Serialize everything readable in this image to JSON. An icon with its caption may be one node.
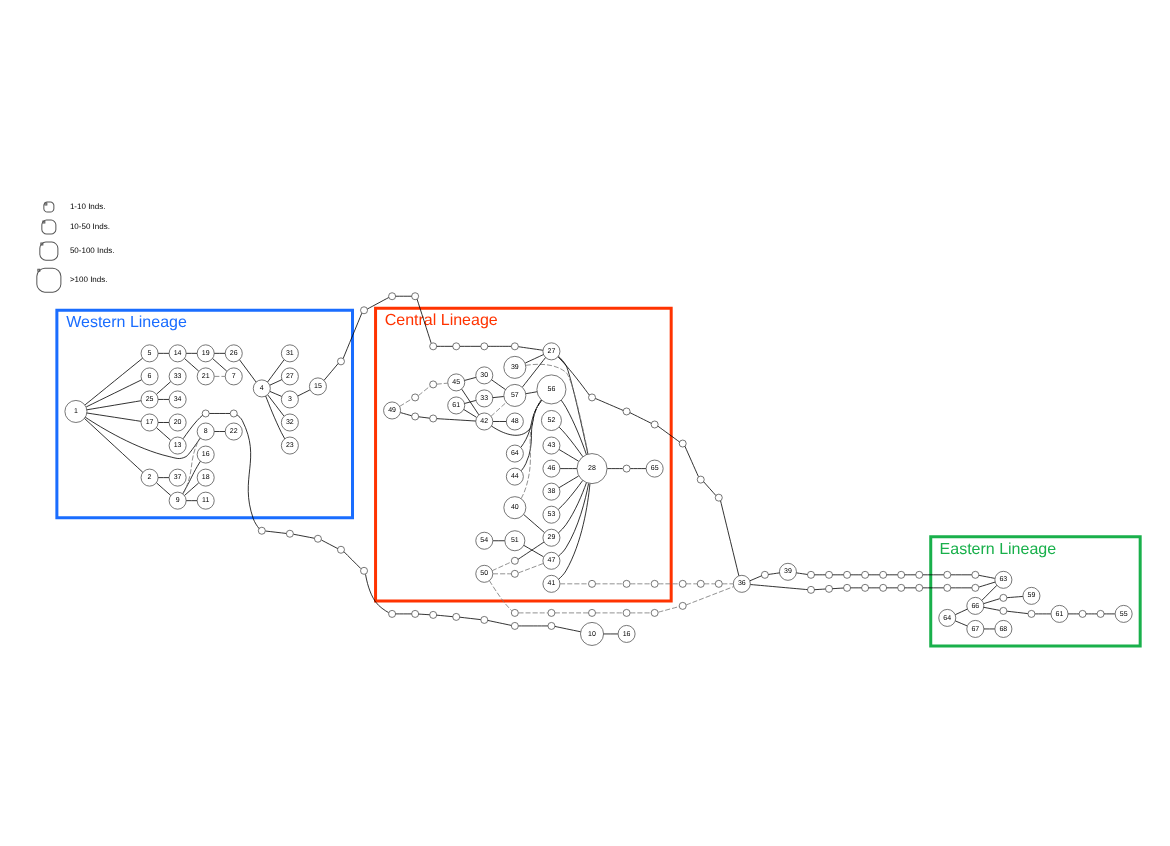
{
  "diagram": {
    "nodes": [
      {
        "text": [
          "Western Lineage"
        ]
      },
      {
        "text": [
          "Central Lineage"
        ]
      },
      {
        "text": [
          "Eastern Lineage"
        ]
      },
      {
        "text": [
          "1"
        ],
        "in": 0
      },
      {
        "text": [
          "2"
        ],
        "in": 0
      },
      {
        "text": [
          "9"
        ],
        "in": 0
      },
      {
        "text": [
          "16"
        ],
        "in": 0
      },
      {
        "text": [
          "11"
        ],
        "in": 0
      },
      {
        "text": [
          "18"
        ],
        "in": 0
      },
      {
        "text": [
          "8"
        ],
        "in": 0
      },
      {
        "text": [
          "22"
        ],
        "in": 0
      },
      {
        "text": [
          "37"
        ],
        "in": 0
      },
      {
        "text": [
          "13"
        ],
        "in": 0
      },
      {
        "text": [
          "17"
        ],
        "in": 0
      },
      {
        "text": [
          "20"
        ],
        "in": 0
      },
      {
        "text": [
          "25"
        ],
        "in": 0
      },
      {
        "text": [
          "34"
        ],
        "in": 0
      },
      {
        "text": [
          "33"
        ],
        "in": 0
      },
      {
        "text": [
          "6"
        ],
        "in": 0
      },
      {
        "text": [
          "5"
        ],
        "in": 0
      },
      {
        "text": [
          "14"
        ],
        "in": 0
      },
      {
        "text": [
          "19"
        ],
        "in": 0
      },
      {
        "text": [
          "21"
        ],
        "in": 0
      },
      {
        "text": [
          "7"
        ],
        "in": 0
      },
      {
        "text": [
          "26"
        ],
        "in": 0
      },
      {
        "text": [
          "4"
        ],
        "in": 0
      },
      {
        "text": [
          "23"
        ],
        "in": 0
      },
      {
        "text": [
          "32"
        ],
        "in": 0
      },
      {
        "text": [
          "3"
        ],
        "in": 0
      },
      {
        "text": [
          "15"
        ],
        "in": 0
      },
      {
        "text": [
          "27"
        ],
        "in": 0
      },
      {
        "text": [
          "31"
        ],
        "in": 0
      },
      {
        "text": [],
        "shape": "circle",
        "in": 0
      },
      {
        "text": [],
        "shape": "circle",
        "in": 0
      },
      {
        "text": [],
        "shape": "circle",
        "in": 0
      },
      {
        "text": [],
        "shape": "circle"
      },
      {
        "text": [],
        "shape": "circle"
      },
      {
        "text": [],
        "shape": "circle"
      },
      {
        "text": [],
        "shape": "circle"
      },
      {
        "text": [],
        "shape": "circle"
      },
      {
        "text": [],
        "shape": "circle"
      },
      {
        "text": [],
        "shape": "circle"
      },
      {
        "text": [],
        "shape": "circle"
      },
      {
        "text": [],
        "shape": "circle"
      },
      {
        "text": [],
        "shape": "circle"
      },
      {
        "text": [],
        "shape": "circle"
      },
      {
        "text": [],
        "shape": "circle"
      },
      {
        "text": [
          "10"
        ]
      },
      {
        "text": [
          "16"
        ]
      },
      {
        "text": [],
        "shape": "circle"
      },
      {
        "text": [],
        "shape": "circle"
      },
      {
        "text": [],
        "shape": "circle"
      },
      {
        "text": [],
        "shape": "circle",
        "in": 1
      },
      {
        "text": [],
        "shape": "circle",
        "in": 1
      },
      {
        "text": [],
        "shape": "circle",
        "in": 1
      },
      {
        "text": [],
        "shape": "circle",
        "in": 1
      },
      {
        "text": [
          "27"
        ],
        "in": 1
      },
      {
        "text": [
          "28"
        ],
        "in": 1
      },
      {
        "text": [
          "56"
        ],
        "in": 1
      },
      {
        "text": [
          "39"
        ],
        "in": 1
      },
      {
        "text": [
          "57"
        ],
        "in": 1
      },
      {
        "text": [
          "42"
        ],
        "in": 1
      },
      {
        "text": [
          "48"
        ],
        "in": 1
      },
      {
        "text": [
          "49"
        ],
        "in": 1
      },
      {
        "text": [
          "44"
        ],
        "in": 1
      },
      {
        "text": [
          "64"
        ],
        "in": 1
      },
      {
        "text": [
          "40"
        ],
        "in": 1
      },
      {
        "text": [
          "29"
        ],
        "in": 1
      },
      {
        "text": [
          "50"
        ],
        "in": 1
      },
      {
        "text": [
          "47"
        ],
        "in": 1
      },
      {
        "text": [
          "51"
        ],
        "in": 1
      },
      {
        "text": [
          "54"
        ],
        "in": 1
      },
      {
        "text": [
          "52"
        ],
        "in": 1
      },
      {
        "text": [
          "43"
        ],
        "in": 1
      },
      {
        "text": [
          "65"
        ],
        "in": 1
      },
      {
        "text": [
          "46"
        ],
        "in": 1
      },
      {
        "text": [
          "41"
        ],
        "in": 1
      },
      {
        "text": [
          "38"
        ],
        "in": 1
      },
      {
        "text": [
          "53"
        ],
        "in": 1
      },
      {
        "text": [
          "61"
        ],
        "in": 1
      },
      {
        "text": [
          "33"
        ],
        "in": 1
      },
      {
        "text": [
          "30"
        ],
        "in": 1
      },
      {
        "text": [
          "45"
        ],
        "in": 1
      },
      {
        "text": [],
        "shape": "circle",
        "in": 1
      },
      {
        "text": [],
        "shape": "circle",
        "in": 1
      },
      {
        "text": [],
        "shape": "circle",
        "in": 1
      },
      {
        "text": [],
        "shape": "circle",
        "in": 1
      },
      {
        "text": [],
        "shape": "circle",
        "in": 1
      },
      {
        "text": [],
        "shape": "circle",
        "in": 1
      },
      {
        "text": [],
        "shape": "circle",
        "in": 1
      },
      {
        "text": [],
        "shape": "circle",
        "in": 1
      },
      {
        "text": [],
        "shape": "circle",
        "in": 1
      },
      {
        "text": [],
        "shape": "circle",
        "in": 1
      },
      {
        "text": [],
        "shape": "circle",
        "in": 1
      },
      {
        "text": [],
        "shape": "circle",
        "in": 1
      },
      {
        "text": [],
        "shape": "circle",
        "in": 1
      },
      {
        "text": [],
        "shape": "circle"
      },
      {
        "text": [],
        "shape": "circle"
      },
      {
        "text": [],
        "shape": "circle"
      },
      {
        "text": [],
        "shape": "circle"
      },
      {
        "text": [],
        "shape": "circle"
      },
      {
        "text": [],
        "shape": "circle"
      },
      {
        "text": [],
        "shape": "circle"
      },
      {
        "text": [],
        "shape": "circle"
      },
      {
        "text": [],
        "shape": "circle"
      },
      {
        "text": [],
        "shape": "circle"
      },
      {
        "text": [],
        "shape": "circle"
      },
      {
        "text": [],
        "shape": "circle"
      },
      {
        "text": [
          "36"
        ]
      },
      {
        "text": [],
        "shape": "circle"
      },
      {
        "text": [
          "39"
        ]
      },
      {
        "text": [],
        "shape": "circle"
      },
      {
        "text": [],
        "shape": "circle"
      },
      {
        "text": [],
        "shape": "circle"
      },
      {
        "text": [],
        "shape": "circle"
      },
      {
        "text": [],
        "shape": "circle"
      },
      {
        "text": [],
        "shape": "circle"
      },
      {
        "text": [],
        "shape": "circle"
      },
      {
        "text": [],
        "shape": "circle",
        "in": 2
      },
      {
        "text": [],
        "shape": "circle",
        "in": 2
      },
      {
        "text": [],
        "shape": "circle"
      },
      {
        "text": [],
        "shape": "circle"
      },
      {
        "text": [],
        "shape": "circle"
      },
      {
        "text": [],
        "shape": "circle"
      },
      {
        "text": [],
        "shape": "circle"
      },
      {
        "text": [],
        "shape": "circle"
      },
      {
        "text": [],
        "shape": "circle"
      },
      {
        "text": [],
        "shape": "circle",
        "in": 2
      },
      {
        "text": [],
        "shape": "circle",
        "in": 2
      },
      {
        "text": [
          "64"
        ],
        "in": 2
      },
      {
        "text": [
          "67"
        ],
        "in": 2
      },
      {
        "text": [
          "68"
        ],
        "in": 2
      },
      {
        "text": [
          "66"
        ],
        "in": 2
      },
      {
        "text": [
          "63"
        ],
        "in": 2
      },
      {
        "text": [
          "59"
        ],
        "in": 2
      },
      {
        "text": [
          "61"
        ],
        "in": 2
      },
      {
        "text": [
          "55"
        ],
        "in": 2
      },
      {
        "text": [],
        "shape": "circle",
        "in": 2
      },
      {
        "text": [],
        "shape": "circle",
        "in": 2
      },
      {
        "text": [],
        "shape": "circle",
        "in": 2
      },
      {
        "text": [],
        "shape": "circle",
        "in": 2
      },
      {
        "text": [],
        "shape": "circle",
        "in": 2
      }
    ],
    "edges": [
      {
        "from": 3,
        "to": 4,
        "arrow": "none"
      },
      {
        "from": 4,
        "to": 5,
        "arrow": "none"
      },
      {
        "from": 5,
        "to": 6,
        "arrow": "none"
      },
      {
        "from": 5,
        "to": 7,
        "arrow": "none"
      },
      {
        "from": 5,
        "to": 8,
        "arrow": "none"
      },
      {
        "from": 5,
        "to": 9,
        "arrow": "none",
        "style": "dashed",
        "color": "#777777"
      },
      {
        "from": 9,
        "to": 10,
        "arrow": "none"
      },
      {
        "from": 3,
        "to": 9,
        "arrow": "none"
      },
      {
        "from": 4,
        "to": 11,
        "arrow": "none"
      },
      {
        "from": 3,
        "to": 13,
        "arrow": "none"
      },
      {
        "from": 13,
        "to": 14,
        "arrow": "none"
      },
      {
        "from": 13,
        "to": 12,
        "arrow": "none"
      },
      {
        "from": 12,
        "to": 32,
        "arrow": "none"
      },
      {
        "from": 32,
        "to": 33,
        "arrow": "none"
      },
      {
        "from": 33,
        "to": 35,
        "arrow": "none"
      },
      {
        "from": 35,
        "to": 36,
        "arrow": "none"
      },
      {
        "from": 36,
        "to": 37,
        "arrow": "none"
      },
      {
        "from": 37,
        "to": 38,
        "arrow": "none"
      },
      {
        "from": 38,
        "to": 39,
        "arrow": "none"
      },
      {
        "from": 39,
        "to": 40,
        "arrow": "none"
      },
      {
        "from": 40,
        "to": 41,
        "arrow": "none"
      },
      {
        "from": 41,
        "to": 42,
        "arrow": "none"
      },
      {
        "from": 42,
        "to": 43,
        "arrow": "none"
      },
      {
        "from": 43,
        "to": 44,
        "arrow": "none"
      },
      {
        "from": 44,
        "to": 45,
        "arrow": "none"
      },
      {
        "from": 45,
        "to": 46,
        "arrow": "none"
      },
      {
        "from": 46,
        "to": 47,
        "arrow": "none"
      },
      {
        "from": 47,
        "to": 48,
        "arrow": "none"
      },
      {
        "from": 3,
        "to": 15,
        "arrow": "none"
      },
      {
        "from": 15,
        "to": 16,
        "arrow": "none"
      },
      {
        "from": 15,
        "to": 17,
        "arrow": "none"
      },
      {
        "from": 3,
        "to": 18,
        "arrow": "none"
      },
      {
        "from": 3,
        "to": 19,
        "arrow": "none"
      },
      {
        "from": 19,
        "to": 20,
        "arrow": "none"
      },
      {
        "from": 20,
        "to": 21,
        "arrow": "none"
      },
      {
        "from": 20,
        "to": 22,
        "arrow": "none"
      },
      {
        "from": 22,
        "to": 23,
        "arrow": "none",
        "style": "dashed",
        "color": "#777777"
      },
      {
        "from": 21,
        "to": 23,
        "arrow": "none"
      },
      {
        "from": 21,
        "to": 24,
        "arrow": "none"
      },
      {
        "from": 24,
        "to": 25,
        "arrow": "none"
      },
      {
        "from": 25,
        "to": 26,
        "arrow": "none"
      },
      {
        "from": 25,
        "to": 27,
        "arrow": "none"
      },
      {
        "from": 25,
        "to": 28,
        "arrow": "none"
      },
      {
        "from": 25,
        "to": 30,
        "arrow": "none"
      },
      {
        "from": 25,
        "to": 31,
        "arrow": "none"
      },
      {
        "from": 28,
        "to": 29,
        "arrow": "none"
      },
      {
        "from": 29,
        "to": 34,
        "arrow": "none"
      },
      {
        "from": 34,
        "to": 49,
        "arrow": "none"
      },
      {
        "from": 49,
        "to": 50,
        "arrow": "none"
      },
      {
        "from": 50,
        "to": 51,
        "arrow": "none"
      },
      {
        "from": 51,
        "to": 52,
        "arrow": "none"
      },
      {
        "from": 52,
        "to": 53,
        "arrow": "none"
      },
      {
        "from": 53,
        "to": 54,
        "arrow": "none"
      },
      {
        "from": 54,
        "to": 55,
        "arrow": "none"
      },
      {
        "from": 55,
        "to": 56,
        "arrow": "none"
      },
      {
        "from": 56,
        "to": 57,
        "arrow": "none"
      },
      {
        "from": 58,
        "to": 57,
        "arrow": "none"
      },
      {
        "from": 59,
        "to": 57,
        "arrow": "none",
        "style": "dashed",
        "color": "#777777"
      },
      {
        "from": 59,
        "to": 56,
        "arrow": "none"
      },
      {
        "from": 60,
        "to": 56,
        "arrow": "none"
      },
      {
        "from": 60,
        "to": 58,
        "arrow": "none"
      },
      {
        "from": 61,
        "to": 60,
        "arrow": "none",
        "style": "dashed",
        "color": "#777777"
      },
      {
        "from": 61,
        "to": 58,
        "arrow": "none"
      },
      {
        "from": 61,
        "to": 62,
        "arrow": "none"
      },
      {
        "from": 63,
        "to": 83,
        "arrow": "none"
      },
      {
        "from": 83,
        "to": 84,
        "arrow": "none"
      },
      {
        "from": 84,
        "to": 61,
        "arrow": "none"
      },
      {
        "from": 63,
        "to": 85,
        "arrow": "none",
        "style": "dashed",
        "color": "#777777"
      },
      {
        "from": 85,
        "to": 86,
        "arrow": "none",
        "style": "dashed",
        "color": "#777777"
      },
      {
        "from": 86,
        "to": 82,
        "arrow": "none",
        "style": "dashed",
        "color": "#777777"
      },
      {
        "from": 82,
        "to": 61,
        "arrow": "none"
      },
      {
        "from": 82,
        "to": 81,
        "arrow": "none"
      },
      {
        "from": 79,
        "to": 61,
        "arrow": "none"
      },
      {
        "from": 79,
        "to": 80,
        "arrow": "none"
      },
      {
        "from": 80,
        "to": 60,
        "arrow": "none"
      },
      {
        "from": 81,
        "to": 60,
        "arrow": "none"
      },
      {
        "from": 64,
        "to": 58,
        "arrow": "none"
      },
      {
        "from": 65,
        "to": 58,
        "arrow": "none"
      },
      {
        "from": 66,
        "to": 58,
        "arrow": "none",
        "style": "dashed",
        "color": "#777777"
      },
      {
        "from": 66,
        "to": 67,
        "arrow": "none"
      },
      {
        "from": 67,
        "to": 57,
        "arrow": "none"
      },
      {
        "from": 68,
        "to": 87,
        "arrow": "none",
        "style": "dashed",
        "color": "#777777"
      },
      {
        "from": 87,
        "to": 67,
        "arrow": "none"
      },
      {
        "from": 68,
        "to": 88,
        "arrow": "none",
        "style": "dashed",
        "color": "#777777"
      },
      {
        "from": 88,
        "to": 69,
        "arrow": "none",
        "style": "dashed",
        "color": "#777777"
      },
      {
        "from": 69,
        "to": 57,
        "arrow": "none"
      },
      {
        "from": 70,
        "to": 69,
        "arrow": "none"
      },
      {
        "from": 71,
        "to": 70,
        "arrow": "none"
      },
      {
        "from": 72,
        "to": 57,
        "arrow": "none"
      },
      {
        "from": 73,
        "to": 57,
        "arrow": "none"
      },
      {
        "from": 57,
        "to": 89,
        "arrow": "none"
      },
      {
        "from": 89,
        "to": 74,
        "arrow": "none"
      },
      {
        "from": 75,
        "to": 57,
        "arrow": "none"
      },
      {
        "from": 76,
        "to": 57,
        "arrow": "none"
      },
      {
        "from": 77,
        "to": 57,
        "arrow": "none"
      },
      {
        "from": 78,
        "to": 57,
        "arrow": "none"
      },
      {
        "from": 56,
        "to": 90,
        "arrow": "none"
      },
      {
        "from": 90,
        "to": 91,
        "arrow": "none"
      },
      {
        "from": 91,
        "to": 92,
        "arrow": "none"
      },
      {
        "from": 92,
        "to": 102,
        "arrow": "none"
      },
      {
        "from": 102,
        "to": 103,
        "arrow": "none"
      },
      {
        "from": 103,
        "to": 104,
        "arrow": "none"
      },
      {
        "from": 104,
        "to": 108,
        "arrow": "none"
      },
      {
        "from": 76,
        "to": 93,
        "arrow": "none",
        "style": "dashed",
        "color": "#777777"
      },
      {
        "from": 93,
        "to": 94,
        "arrow": "none",
        "style": "dashed",
        "color": "#777777"
      },
      {
        "from": 94,
        "to": 95,
        "arrow": "none",
        "style": "dashed",
        "color": "#777777"
      },
      {
        "from": 95,
        "to": 105,
        "arrow": "none",
        "style": "dashed",
        "color": "#777777"
      },
      {
        "from": 105,
        "to": 106,
        "arrow": "none",
        "style": "dashed",
        "color": "#777777"
      },
      {
        "from": 106,
        "to": 107,
        "arrow": "none",
        "style": "dashed",
        "color": "#777777"
      },
      {
        "from": 107,
        "to": 108,
        "arrow": "none",
        "style": "dashed",
        "color": "#777777"
      },
      {
        "from": 68,
        "to": 96,
        "arrow": "none",
        "style": "dashed",
        "color": "#777777"
      },
      {
        "from": 96,
        "to": 97,
        "arrow": "none",
        "style": "dashed",
        "color": "#777777"
      },
      {
        "from": 97,
        "to": 98,
        "arrow": "none",
        "style": "dashed",
        "color": "#777777"
      },
      {
        "from": 98,
        "to": 99,
        "arrow": "none",
        "style": "dashed",
        "color": "#777777"
      },
      {
        "from": 99,
        "to": 100,
        "arrow": "none",
        "style": "dashed",
        "color": "#777777"
      },
      {
        "from": 100,
        "to": 101,
        "arrow": "none",
        "style": "dashed",
        "color": "#777777"
      },
      {
        "from": 101,
        "to": 108,
        "arrow": "none",
        "style": "dashed",
        "color": "#777777"
      },
      {
        "from": 108,
        "to": 109,
        "arrow": "none"
      },
      {
        "from": 109,
        "to": 110,
        "arrow": "none"
      },
      {
        "from": 108,
        "to": 111,
        "arrow": "none"
      },
      {
        "from": 111,
        "to": 112,
        "arrow": "none"
      },
      {
        "from": 112,
        "to": 113,
        "arrow": "none"
      },
      {
        "from": 113,
        "to": 114,
        "arrow": "none"
      },
      {
        "from": 114,
        "to": 115,
        "arrow": "none"
      },
      {
        "from": 115,
        "to": 116,
        "arrow": "none"
      },
      {
        "from": 116,
        "to": 117,
        "arrow": "none"
      },
      {
        "from": 117,
        "to": 118,
        "arrow": "none"
      },
      {
        "from": 118,
        "to": 119,
        "arrow": "none"
      },
      {
        "from": 119,
        "to": 133,
        "arrow": "none"
      },
      {
        "from": 110,
        "to": 120,
        "arrow": "none"
      },
      {
        "from": 120,
        "to": 121,
        "arrow": "none"
      },
      {
        "from": 121,
        "to": 122,
        "arrow": "none"
      },
      {
        "from": 122,
        "to": 123,
        "arrow": "none"
      },
      {
        "from": 123,
        "to": 124,
        "arrow": "none"
      },
      {
        "from": 124,
        "to": 125,
        "arrow": "none"
      },
      {
        "from": 125,
        "to": 126,
        "arrow": "none"
      },
      {
        "from": 126,
        "to": 127,
        "arrow": "none"
      },
      {
        "from": 127,
        "to": 128,
        "arrow": "none"
      },
      {
        "from": 128,
        "to": 133,
        "arrow": "none"
      },
      {
        "from": 129,
        "to": 130,
        "arrow": "none"
      },
      {
        "from": 130,
        "to": 131,
        "arrow": "none"
      },
      {
        "from": 129,
        "to": 132,
        "arrow": "none"
      },
      {
        "from": 132,
        "to": 133,
        "arrow": "none"
      },
      {
        "from": 132,
        "to": 137,
        "arrow": "none"
      },
      {
        "from": 137,
        "to": 134,
        "arrow": "none"
      },
      {
        "from": 132,
        "to": 138,
        "arrow": "none"
      },
      {
        "from": 138,
        "to": 139,
        "arrow": "none"
      },
      {
        "from": 139,
        "to": 135,
        "arrow": "none"
      },
      {
        "from": 135,
        "to": 140,
        "arrow": "none"
      },
      {
        "from": 140,
        "to": 141,
        "arrow": "none"
      },
      {
        "from": 141,
        "to": 136,
        "arrow": "none"
      }
    ],
    "legend": [
      {
        "text": "1-10 Inds."
      },
      {
        "text": "10-50 Inds."
      },
      {
        "text": "50-100 Inds."
      },
      {
        "text": ">100 Inds."
      }
    ]
  }
}
